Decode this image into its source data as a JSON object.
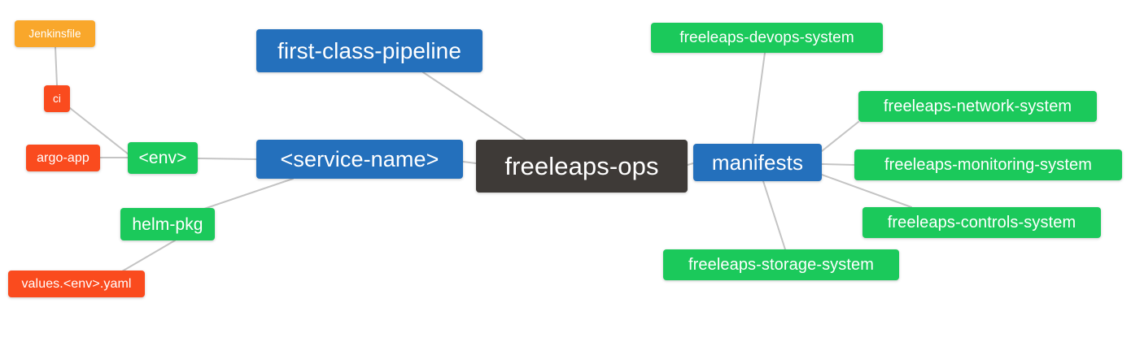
{
  "diagram": {
    "type": "mindmap",
    "root": "freeleaps-ops",
    "background": "#ffffff",
    "edge_color": "#c4c4c4",
    "palette": {
      "orange": "#F9A72B",
      "red": "#FA4B1E",
      "green": "#1BC95B",
      "blue": "#2470BC",
      "dark": "#3E3A37",
      "text": "#ffffff"
    },
    "nodes": [
      {
        "id": "jenkinsfile",
        "label": "Jenkinsfile",
        "color": "orange"
      },
      {
        "id": "ci",
        "label": "ci",
        "color": "red"
      },
      {
        "id": "argo-app",
        "label": "argo-app",
        "color": "red"
      },
      {
        "id": "env",
        "label": "<env>",
        "color": "green"
      },
      {
        "id": "helm-pkg",
        "label": "helm-pkg",
        "color": "green"
      },
      {
        "id": "values-yaml",
        "label": "values.<env>.yaml",
        "color": "red"
      },
      {
        "id": "first-class",
        "label": "first-class-pipeline",
        "color": "blue"
      },
      {
        "id": "service-name",
        "label": "<service-name>",
        "color": "blue"
      },
      {
        "id": "freeleaps-ops",
        "label": "freeleaps-ops",
        "color": "dark"
      },
      {
        "id": "manifests",
        "label": "manifests",
        "color": "blue"
      },
      {
        "id": "devops-system",
        "label": "freeleaps-devops-system",
        "color": "green"
      },
      {
        "id": "network-system",
        "label": "freeleaps-network-system",
        "color": "green"
      },
      {
        "id": "monitoring-system",
        "label": "freeleaps-monitoring-system",
        "color": "green"
      },
      {
        "id": "controls-system",
        "label": "freeleaps-controls-system",
        "color": "green"
      },
      {
        "id": "storage-system",
        "label": "freeleaps-storage-system",
        "color": "green"
      }
    ],
    "edges": [
      {
        "from": "jenkinsfile",
        "to": "ci"
      },
      {
        "from": "ci",
        "to": "env"
      },
      {
        "from": "argo-app",
        "to": "env"
      },
      {
        "from": "env",
        "to": "service-name"
      },
      {
        "from": "values-yaml",
        "to": "helm-pkg"
      },
      {
        "from": "helm-pkg",
        "to": "service-name"
      },
      {
        "from": "first-class",
        "to": "freeleaps-ops"
      },
      {
        "from": "service-name",
        "to": "freeleaps-ops"
      },
      {
        "from": "freeleaps-ops",
        "to": "manifests"
      },
      {
        "from": "manifests",
        "to": "devops-system"
      },
      {
        "from": "manifests",
        "to": "network-system"
      },
      {
        "from": "manifests",
        "to": "monitoring-system"
      },
      {
        "from": "manifests",
        "to": "controls-system"
      },
      {
        "from": "manifests",
        "to": "storage-system"
      }
    ]
  }
}
